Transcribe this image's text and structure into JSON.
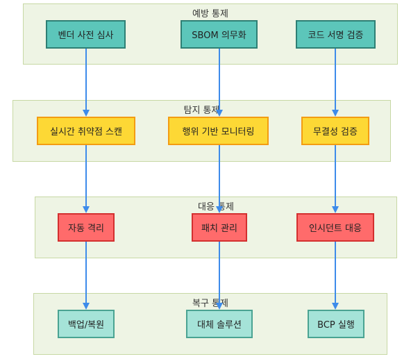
{
  "groups": {
    "prevention": {
      "title": "예방 통제"
    },
    "detection": {
      "title": "탐지 통제"
    },
    "response": {
      "title": "대응 통제"
    },
    "recovery": {
      "title": "복구 통제"
    }
  },
  "nodes": {
    "vendor_review": "벤더 사전 심사",
    "sbom": "SBOM 의무화",
    "code_signing": "코드 서명 검증",
    "vuln_scan": "실시간 취약점 스캔",
    "behavior_monitoring": "행위 기반 모니터링",
    "integrity_check": "무결성 검증",
    "auto_isolation": "자동 격리",
    "patch_management": "패치 관리",
    "incident_response": "인시던트 대응",
    "backup_restore": "백업/복원",
    "alt_solution": "대체 솔루션",
    "bcp": "BCP 실행"
  },
  "colors": {
    "prevention_fill": "#5cc6ba",
    "detection_fill": "#fdd835",
    "response_fill": "#ff6b6b",
    "recovery_fill": "#a5e3d8",
    "arrow": "#3d8bea"
  }
}
